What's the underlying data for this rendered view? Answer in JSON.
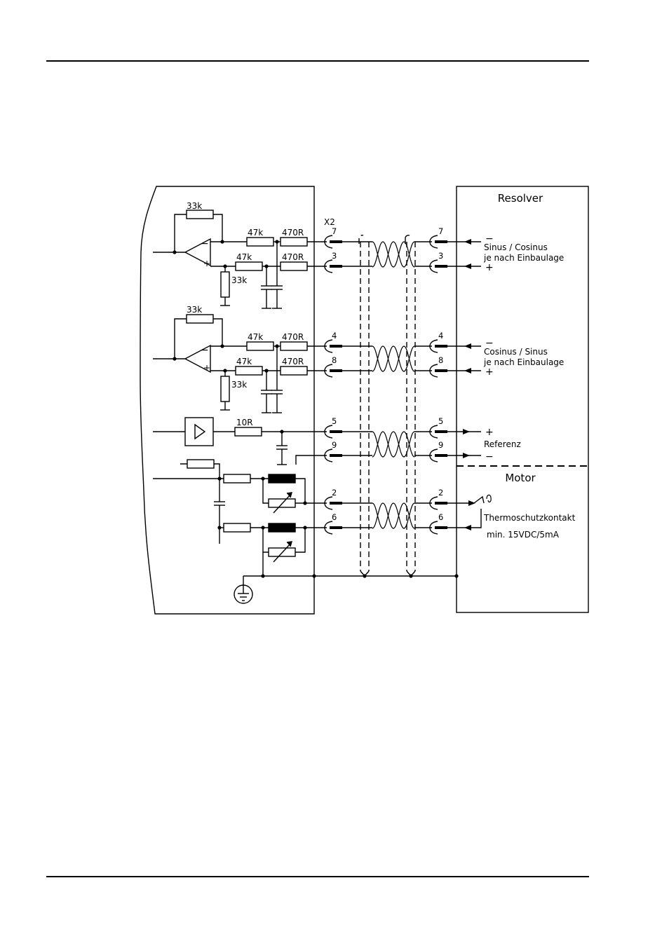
{
  "connector": "X2",
  "resolver_title": "Resolver",
  "motor_title": "Motor",
  "resistors": {
    "feedback": "33k",
    "input": "47k",
    "series": "470R",
    "shunt": "33k",
    "ref": "10R"
  },
  "pins": {
    "sin_minus": "7",
    "sin_plus": "3",
    "cos_minus": "4",
    "cos_plus": "8",
    "ref_plus": "5",
    "ref_minus": "9",
    "thermo_a": "2",
    "thermo_b": "6"
  },
  "labels": {
    "sin_line1": "Sinus / Cosinus",
    "sin_line2": "je nach Einbaulage",
    "cos_line1": "Cosinus / Sinus",
    "cos_line2": "je nach Einbaulage",
    "ref": "Referenz",
    "thermo1": "Thermoschutzkontakt",
    "thermo2": "min. 15VDC/5mA"
  },
  "signs": {
    "minus": "−",
    "plus": "+"
  },
  "colors": {
    "ink": "#000000",
    "paper": "#ffffff"
  }
}
